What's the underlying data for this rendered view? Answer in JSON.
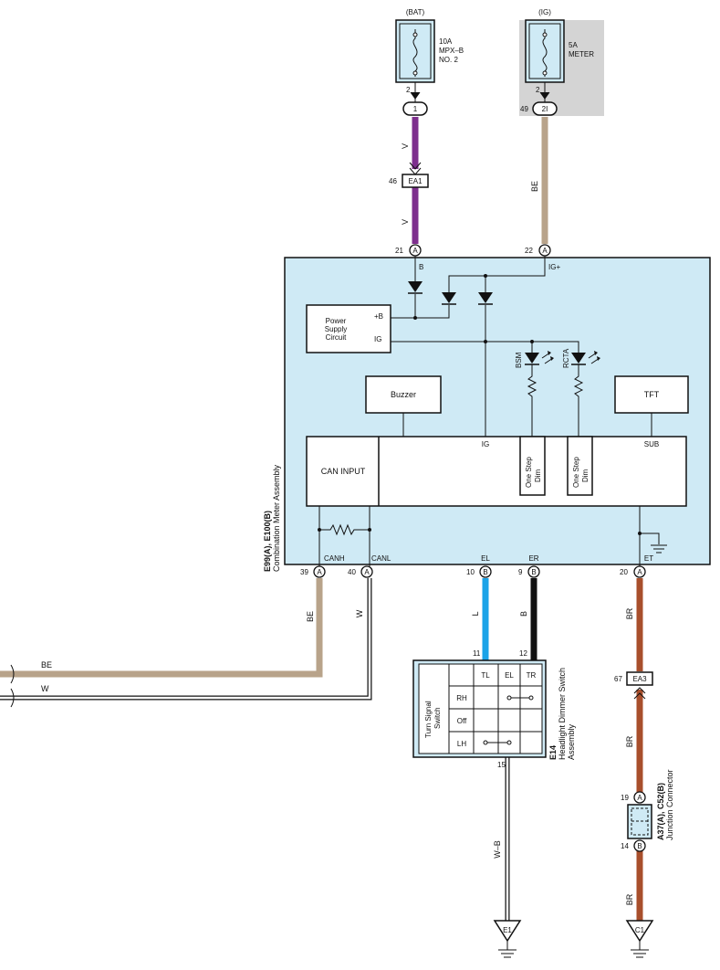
{
  "colors": {
    "purple_wire": "#7e2f8e",
    "tan_wire": "#b8a38a",
    "blue_wire": "#1aa3e8",
    "black_wire": "#111111",
    "brown_wire": "#a84f2c",
    "meter_fill": "#cfeaf5",
    "fuse_fill": "#cfeaf5",
    "ig_shade": "#d4d4d4"
  },
  "fuses": {
    "bat": {
      "label": "(BAT)",
      "rating": "10A",
      "name1": "MPX–B",
      "name2": "NO. 2",
      "pin": "2"
    },
    "ig": {
      "label": "(IG)",
      "rating": "5A",
      "name1": "METER",
      "pin": "2"
    }
  },
  "connectors": {
    "c1": "1",
    "c2i": "2I",
    "c2i_pin": "49",
    "ea1": "EA1",
    "ea1_pin": "46",
    "ea3": "EA3",
    "ea3_pin": "67",
    "a": "A",
    "b": "B",
    "e1": "E1",
    "c1_ground": "C1"
  },
  "wires": {
    "v": "V",
    "be": "BE",
    "w": "W",
    "l": "L",
    "b": "B",
    "br": "BR",
    "wb": "W–B"
  },
  "meter": {
    "pin21": "21",
    "pin22": "22",
    "b_label": "B",
    "ig_plus": "IG+",
    "power_supply_1": "Power",
    "power_supply_2": "Supply",
    "power_supply_3": "Circuit",
    "plus_b": "+B",
    "ig_in": "IG",
    "bsm": "BSM",
    "rcta": "RCTA",
    "buzzer": "Buzzer",
    "tft": "TFT",
    "can_input": "CAN INPUT",
    "ig_bus": "IG",
    "sub": "SUB",
    "one_step_1": "One Step",
    "one_step_2": "Dim",
    "canh": "CANH",
    "canl": "CANL",
    "el": "EL",
    "er": "ER",
    "et": "ET",
    "pin39": "39",
    "pin40": "40",
    "pin10": "10",
    "pin9": "9",
    "pin20": "20",
    "title_code": "E99(A), E100(B)",
    "title_name": "Combination Meter Assembly"
  },
  "switch": {
    "pin11": "11",
    "pin12": "12",
    "pin15": "15",
    "headers": [
      "TL",
      "EL",
      "TR"
    ],
    "rows": [
      "RH",
      "Off",
      "LH"
    ],
    "side_1": "Turn Signal",
    "side_2": "Switch",
    "title_code": "E14",
    "title_name1": "Headlight Dimmer Switch",
    "title_name2": "Assembly"
  },
  "junction": {
    "pin19": "19",
    "pin14": "14",
    "title_code": "A37(A), C52(B)",
    "title_name": "Junction Connector"
  }
}
